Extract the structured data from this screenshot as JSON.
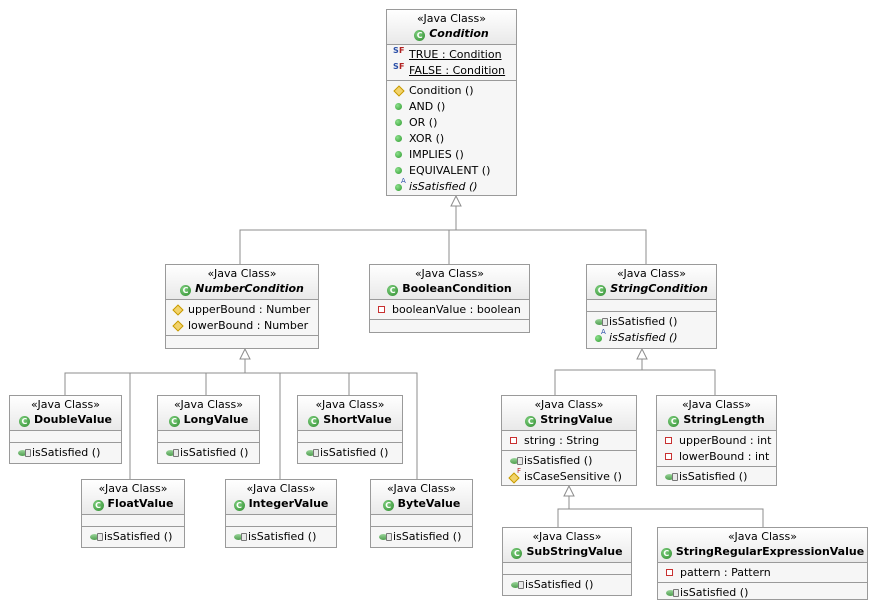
{
  "diagram": {
    "stereotype": "«Java Class»",
    "classes": {
      "condition": {
        "name": "Condition",
        "fields": [
          {
            "text": "TRUE : Condition",
            "icon": "static-final-field-icon"
          },
          {
            "text": "FALSE : Condition",
            "icon": "static-final-field-icon"
          }
        ],
        "methods": [
          {
            "text": "Condition ()",
            "icon": "constructor-icon"
          },
          {
            "text": "AND ()",
            "icon": "public-method-icon"
          },
          {
            "text": "OR ()",
            "icon": "public-method-icon"
          },
          {
            "text": "XOR ()",
            "icon": "public-method-icon"
          },
          {
            "text": "IMPLIES ()",
            "icon": "public-method-icon"
          },
          {
            "text": "EQUIVALENT ()",
            "icon": "public-method-icon"
          },
          {
            "text": "isSatisfied ()",
            "icon": "abstract-method-icon"
          }
        ]
      },
      "number_condition": {
        "name": "NumberCondition",
        "fields": [
          {
            "text": "upperBound : Number",
            "icon": "protected-field-icon"
          },
          {
            "text": "lowerBound : Number",
            "icon": "protected-field-icon"
          }
        ]
      },
      "boolean_condition": {
        "name": "BooleanCondition",
        "fields": [
          {
            "text": "booleanValue : boolean",
            "icon": "private-field-icon"
          }
        ]
      },
      "string_condition": {
        "name": "StringCondition",
        "methods": [
          {
            "text": "isSatisfied ()",
            "icon": "override-method-icon"
          },
          {
            "text": "isSatisfied ()",
            "icon": "abstract-method-icon"
          }
        ]
      },
      "double_value": {
        "name": "DoubleValue",
        "methods": [
          {
            "text": "isSatisfied ()",
            "icon": "override-method-icon"
          }
        ]
      },
      "long_value": {
        "name": "LongValue",
        "methods": [
          {
            "text": "isSatisfied ()",
            "icon": "override-method-icon"
          }
        ]
      },
      "short_value": {
        "name": "ShortValue",
        "methods": [
          {
            "text": "isSatisfied ()",
            "icon": "override-method-icon"
          }
        ]
      },
      "float_value": {
        "name": "FloatValue",
        "methods": [
          {
            "text": "isSatisfied ()",
            "icon": "override-method-icon"
          }
        ]
      },
      "integer_value": {
        "name": "IntegerValue",
        "methods": [
          {
            "text": "isSatisfied ()",
            "icon": "override-method-icon"
          }
        ]
      },
      "byte_value": {
        "name": "ByteValue",
        "methods": [
          {
            "text": "isSatisfied ()",
            "icon": "override-method-icon"
          }
        ]
      },
      "string_value": {
        "name": "StringValue",
        "fields": [
          {
            "text": "string : String",
            "icon": "private-field-icon"
          }
        ],
        "methods": [
          {
            "text": "isSatisfied ()",
            "icon": "override-method-icon"
          },
          {
            "text": "isCaseSensitive ()",
            "icon": "final-protected-method-icon"
          }
        ]
      },
      "string_length": {
        "name": "StringLength",
        "fields": [
          {
            "text": "upperBound : int",
            "icon": "private-field-icon"
          },
          {
            "text": "lowerBound : int",
            "icon": "private-field-icon"
          }
        ],
        "methods": [
          {
            "text": "isSatisfied ()",
            "icon": "override-method-icon"
          }
        ]
      },
      "sub_string_value": {
        "name": "SubStringValue",
        "methods": [
          {
            "text": "isSatisfied ()",
            "icon": "override-method-icon"
          }
        ]
      },
      "string_regex_value": {
        "name": "StringRegularExpressionValue",
        "fields": [
          {
            "text": "pattern : Pattern",
            "icon": "private-field-icon"
          }
        ],
        "methods": [
          {
            "text": "isSatisfied ()",
            "icon": "override-method-icon"
          }
        ]
      }
    }
  }
}
